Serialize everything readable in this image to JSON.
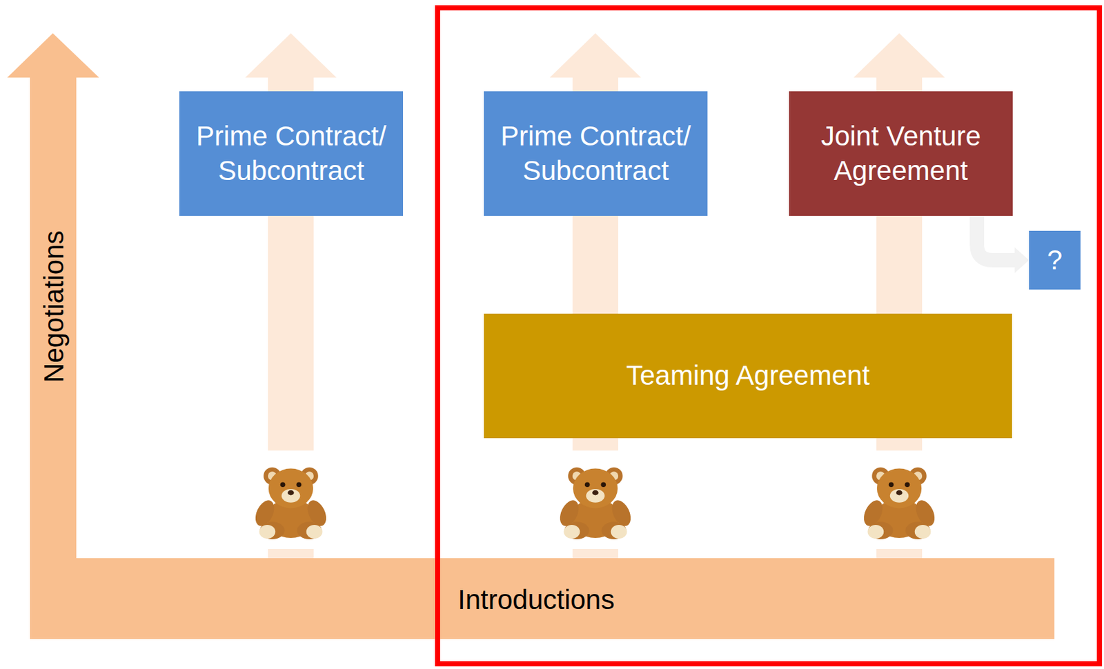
{
  "diagram": {
    "nodes": [
      {
        "text": [
          "Prime Contract/ Subcontract"
        ]
      },
      {
        "text": [
          "Prime Contract/ Subcontract"
        ]
      },
      {
        "text": [
          "Joint Venture Agreement"
        ]
      },
      {
        "text": [
          "?"
        ]
      },
      {
        "text": [
          "Teaming Agreement"
        ]
      }
    ],
    "edges": [
      {
        "from": 2,
        "to": 3,
        "arrow": "to"
      }
    ],
    "labels": [
      "Negotiations",
      "Introductions"
    ]
  }
}
